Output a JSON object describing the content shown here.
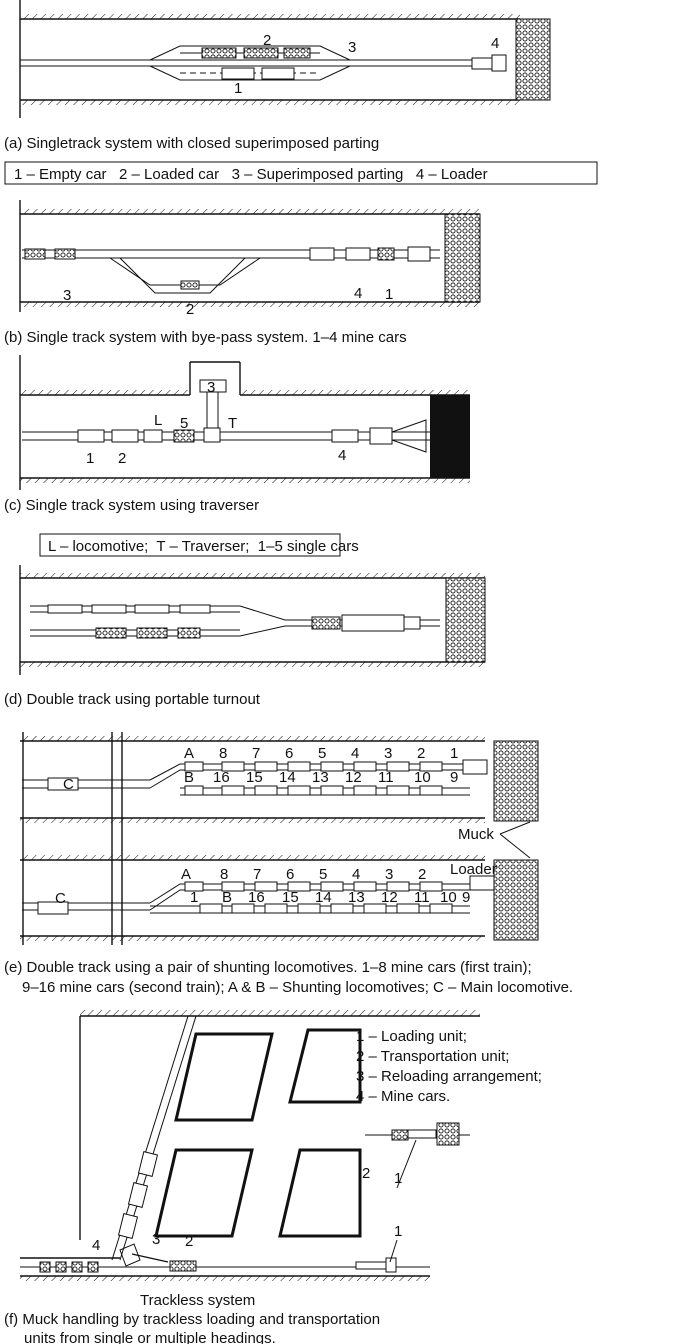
{
  "captions": {
    "a": "(a) Singletrack system with closed superimposed parting",
    "b": "(b) Single track system with bye-pass system. 1–4 mine cars",
    "c": "(c) Single track system using traverser",
    "d": "(d) Double track using portable turnout",
    "e_line1": "(e) Double track using a pair of shunting locomotives. 1–8 mine cars (first train);",
    "e_line2": "9–16 mine cars (second train); A & B – Shunting locomotives; C – Main locomotive.",
    "f_line1": "(f) Muck handling by trackless loading and transportation",
    "f_line2": "units from single or multiple headings."
  },
  "legends": {
    "a": "1 – Empty car   2 – Loaded car   3 – Superimposed parting   4 – Loader",
    "c": "L – locomotive;  T – Traverser;  1–5 single cars",
    "f": [
      "1 – Loading unit;",
      "2 – Transportation unit;",
      "3 – Reloading arrangement;",
      "4 – Mine cars."
    ]
  },
  "labels": {
    "a": [
      "1",
      "2",
      "3",
      "4"
    ],
    "b": [
      "1",
      "2",
      "3",
      "4"
    ],
    "c": [
      "1",
      "2",
      "L",
      "5",
      "3",
      "T",
      "4"
    ],
    "e_top_upper": [
      "A",
      "8",
      "7",
      "6",
      "5",
      "4",
      "3",
      "2",
      "1"
    ],
    "e_top_lower": [
      "B",
      "16",
      "15",
      "14",
      "13",
      "12",
      "11",
      "10",
      "9"
    ],
    "e_bottom_upper": [
      "A",
      "8",
      "7",
      "6",
      "5",
      "4",
      "3",
      "2"
    ],
    "e_bottom_lower": [
      "1",
      "B",
      "16",
      "15",
      "14",
      "13",
      "12",
      "11",
      "10",
      "9"
    ],
    "e_C": "C",
    "e_muck": "Muck",
    "e_loader": "Loader",
    "f": [
      "4",
      "3",
      "2",
      "2",
      "1",
      "1"
    ],
    "f_sub": "Trackless system"
  },
  "colors": {
    "ink": "#111111",
    "paper": "#ffffff"
  }
}
